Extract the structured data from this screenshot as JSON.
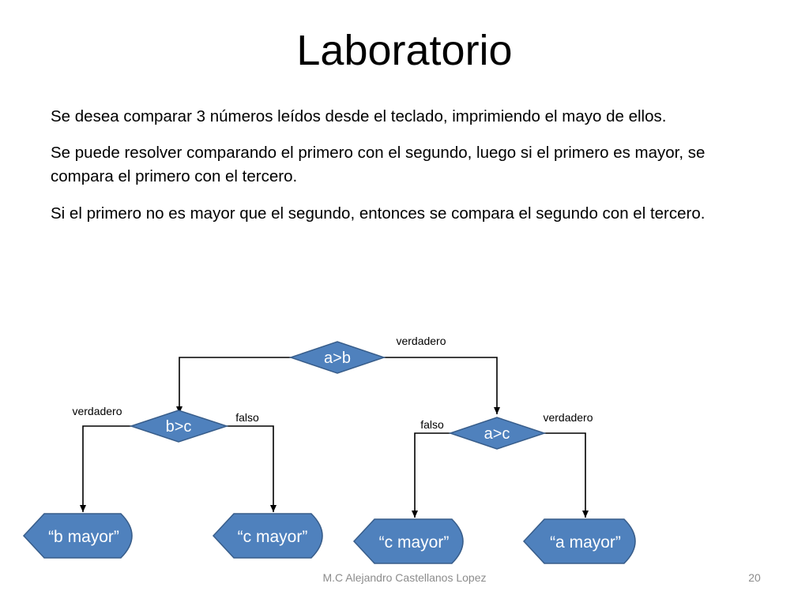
{
  "slide": {
    "title": "Laboratorio",
    "paragraphs": [
      "Se desea comparar 3 números leídos desde el teclado, imprimiendo el mayo de ellos.",
      "Se puede resolver comparando el primero con el segundo, luego si el primero es mayor, se compara el primero con el tercero.",
      "Si el primero no es mayor que el segundo, entonces se compara el segundo con el tercero."
    ],
    "footer": "M.C Alejandro Castellanos Lopez",
    "page_number": "20"
  },
  "diagram": {
    "decisions": {
      "root": "a>b",
      "left": "b>c",
      "right": "a>c"
    },
    "branch_labels": {
      "root_true": "verdadero",
      "left_true": "verdadero",
      "left_false": "falso",
      "right_false": "falso",
      "right_true": "verdadero"
    },
    "outputs": {
      "b_mayor": "“b mayor”",
      "c_mayor_left": "“c mayor”",
      "c_mayor_right": "“c mayor”",
      "a_mayor": "“a mayor”"
    },
    "colors": {
      "shape_fill": "#4f81bd",
      "shape_stroke": "#385d8a",
      "connector": "#000000"
    }
  }
}
